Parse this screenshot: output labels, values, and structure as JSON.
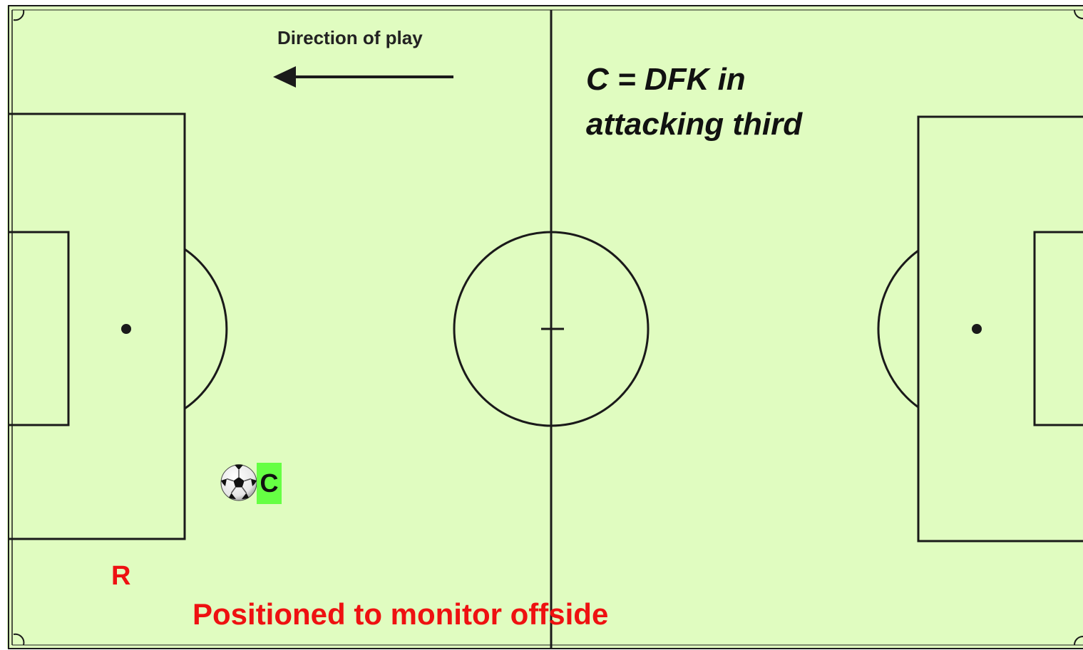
{
  "diagram": {
    "direction_label": "Direction of play",
    "situation_title": "C = DFK in\nattacking third",
    "player_marker": "C",
    "referee_marker": "R",
    "position_note": "Positioned to monitor offside"
  },
  "colors": {
    "pitch": "#e0fcc0",
    "lines": "#1a1a1a",
    "player_marker_bg": "#66ff44",
    "referee_text": "#ee1111",
    "note_text": "#ee1111"
  },
  "icons": {
    "ball": "soccer-ball-icon",
    "arrow": "left-arrow-icon"
  }
}
